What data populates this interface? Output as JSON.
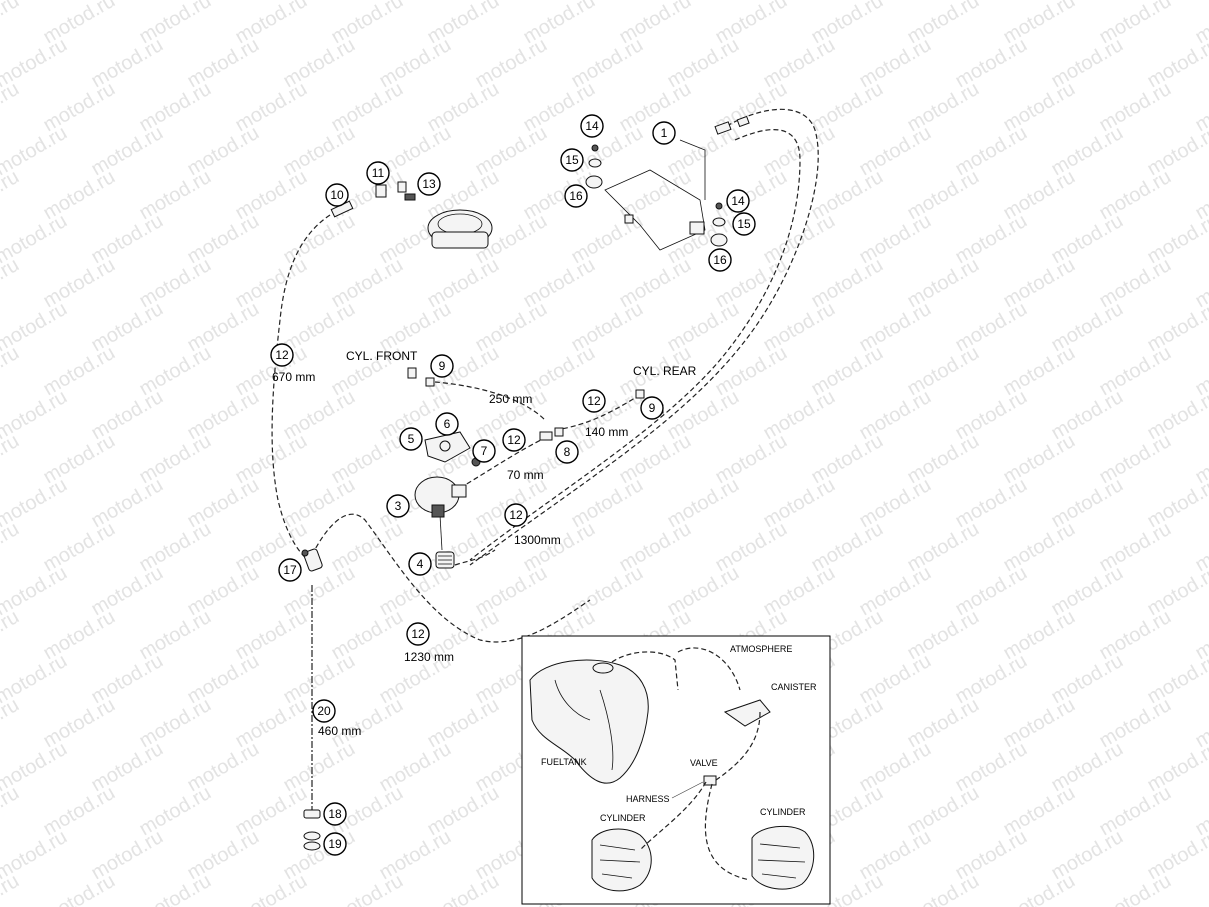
{
  "watermark": "motod.ru",
  "callouts": [
    {
      "num": "1"
    },
    {
      "num": "14"
    },
    {
      "num": "15"
    },
    {
      "num": "16"
    },
    {
      "num": "14"
    },
    {
      "num": "15"
    },
    {
      "num": "16"
    },
    {
      "num": "10"
    },
    {
      "num": "11"
    },
    {
      "num": "13"
    },
    {
      "num": "12"
    },
    {
      "num": "9"
    },
    {
      "num": "9"
    },
    {
      "num": "12"
    },
    {
      "num": "6"
    },
    {
      "num": "5"
    },
    {
      "num": "7"
    },
    {
      "num": "12"
    },
    {
      "num": "8"
    },
    {
      "num": "3"
    },
    {
      "num": "12"
    },
    {
      "num": "4"
    },
    {
      "num": "17"
    },
    {
      "num": "12"
    },
    {
      "num": "20"
    },
    {
      "num": "18"
    },
    {
      "num": "19"
    }
  ],
  "lengths": {
    "len_670": "670 mm",
    "len_250": "250 mm",
    "len_140": "140 mm",
    "len_70": "70 mm",
    "len_1300": "1300mm",
    "len_1230": "1230 mm",
    "len_460": "460 mm"
  },
  "labels": {
    "cyl_front": "CYL. FRONT",
    "cyl_rear": "CYL. REAR"
  },
  "inset": {
    "atmosphere": "ATMOSPHERE",
    "canister": "CANISTER",
    "fueltank": "FUELTANK",
    "valve": "VALVE",
    "harness": "HARNESS",
    "cylinder_left": "CYLINDER",
    "cylinder_right": "CYLINDER"
  }
}
